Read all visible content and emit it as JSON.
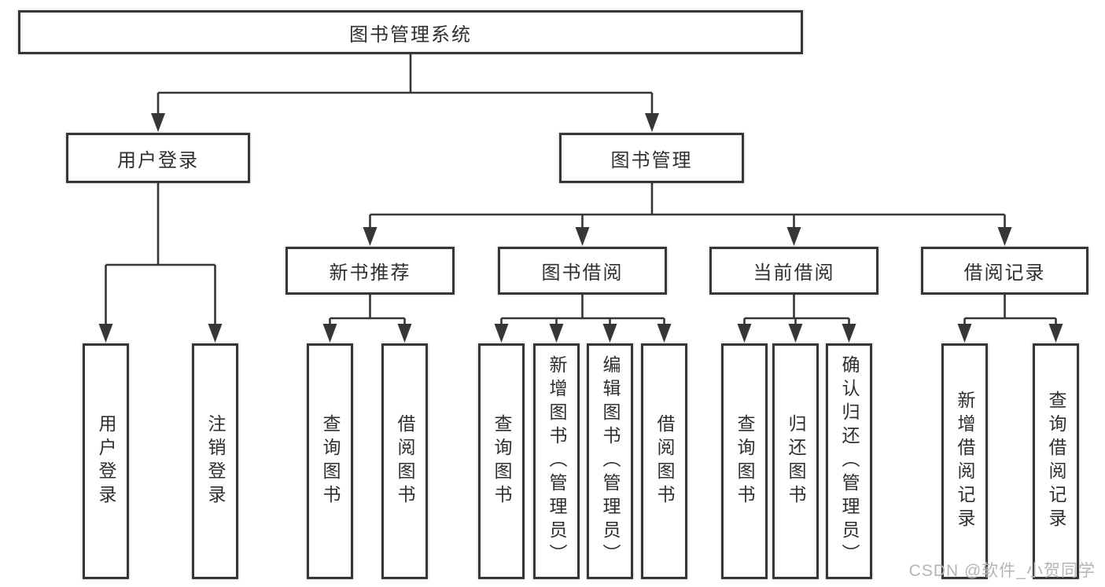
{
  "diagram": {
    "title": "图书管理系统",
    "level2": {
      "user_login": "用户登录",
      "book_management": "图书管理"
    },
    "level3": {
      "new_book_recommend": "新书推荐",
      "book_borrowing": "图书借阅",
      "current_borrowing": "当前借阅",
      "borrowing_records": "借阅记录"
    },
    "leaves": {
      "user_login": [
        "用户登录",
        "注销登录"
      ],
      "new_book_recommend": [
        "查询图书",
        "借阅图书"
      ],
      "book_borrowing": [
        "查询图书",
        "新增图书（管理员）",
        "编辑图书（管理员）",
        "借阅图书"
      ],
      "current_borrowing": [
        "查询图书",
        "归还图书",
        "确认归还（管理员）"
      ],
      "borrowing_records": [
        "新增借阅记录",
        "查询借阅记录"
      ]
    }
  },
  "watermark": {
    "text": "CSDN @软件_小贺同学",
    "color": "#b5b5b5"
  },
  "colors": {
    "line": "#363636",
    "text": "#2f2f2f",
    "box_background": "#ffffff",
    "page_background": "#ffffff"
  }
}
